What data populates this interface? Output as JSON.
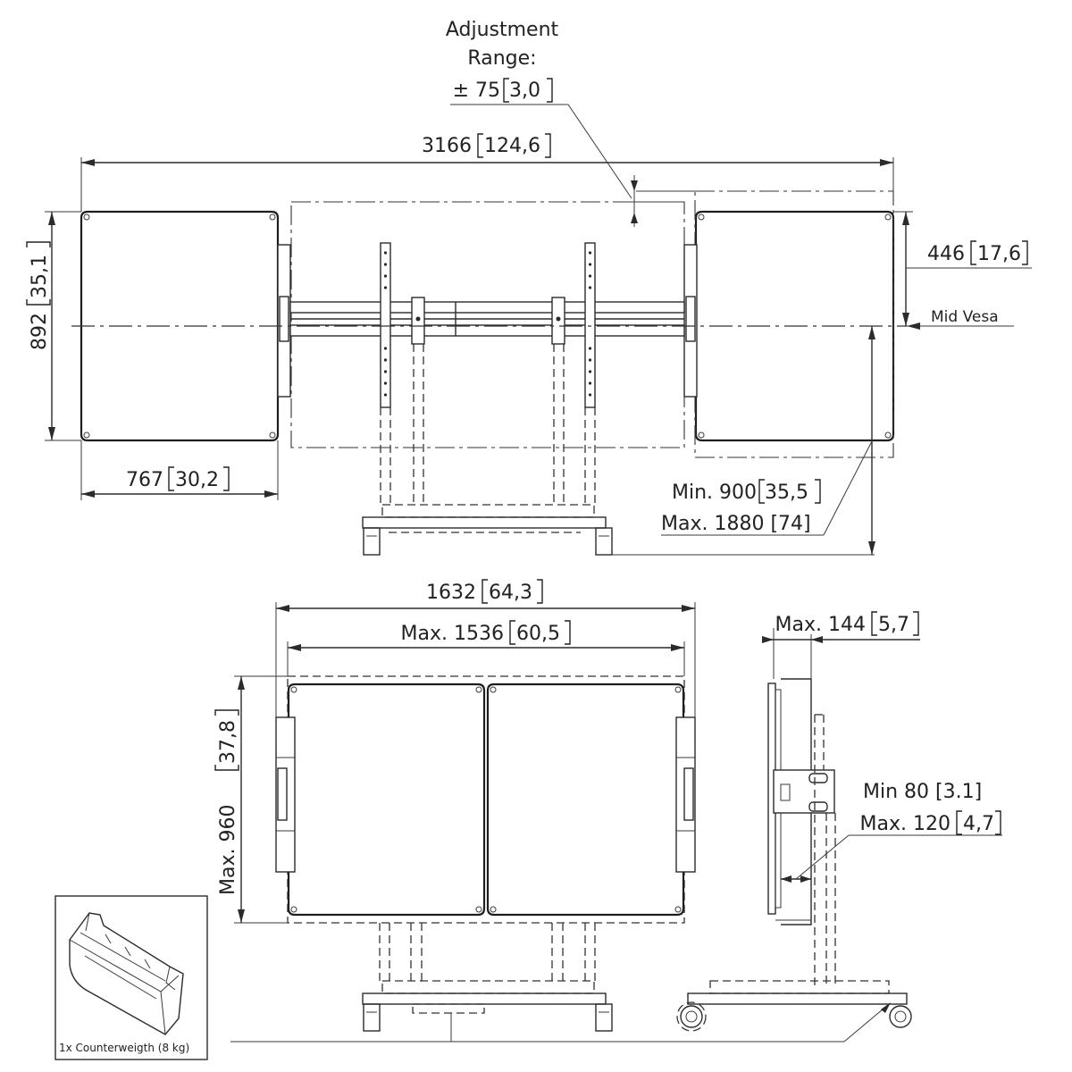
{
  "labels": {
    "adjustment_title_1": "Adjustment",
    "adjustment_title_2": "Range:",
    "adjustment_value": "± 75",
    "adjustment_bracket": "3,0",
    "total_width_value": "3166",
    "total_width_bracket": "124,6",
    "height_value": "892",
    "height_bracket": "35,1",
    "half_height_value": "446",
    "half_height_bracket": "17,6",
    "mid_vesa": "Mid Vesa",
    "panel_width_value": "767",
    "panel_width_bracket": "30,2",
    "min_height_value": "Min. 900",
    "min_height_bracket": "35,5",
    "max_height_text": "Max. 1880 [74]",
    "front_width_value": "1632",
    "front_width_bracket": "64,3",
    "vesa_width_value": "Max. 1536",
    "vesa_width_bracket": "60,5",
    "vesa_height_value": "Max. 960",
    "vesa_height_bracket": "37,8",
    "side_depth_value": "Max. 144",
    "side_depth_bracket": "5,7",
    "wall_min_text": "Min 80 [3.1]",
    "wall_max_value": "Max. 120",
    "wall_max_bracket": "4,7",
    "counterweight_caption": "1x Counterweigth (8 kg)"
  }
}
